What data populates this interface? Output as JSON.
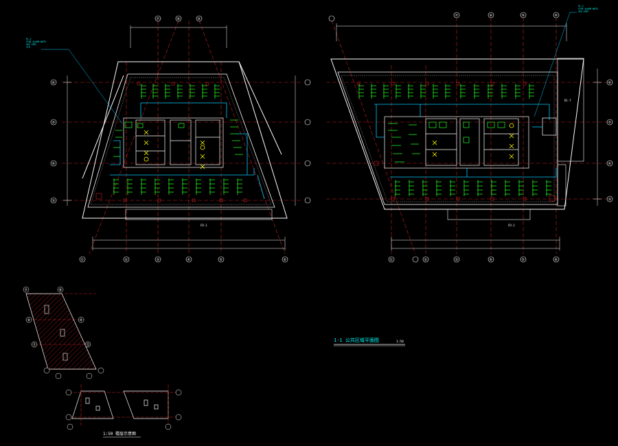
{
  "drawing": {
    "background": "#000000",
    "colors": {
      "wall": "#ffffff",
      "grid_line": "#cc2222",
      "device": "#22ff22",
      "pipe": "#00ccff",
      "highlight": "#ffff00",
      "note": "#00ffff",
      "hatch": "#cc2222",
      "dim": "#ffffff"
    },
    "plan_left": {
      "row_axes": [
        "⑥",
        "⑤",
        "④",
        "③"
      ],
      "col_axes_top": [
        "⑦",
        "⑧",
        "⑨"
      ],
      "col_axes_bottom": [
        "①",
        "②",
        "③",
        "④",
        "⑤",
        "⑥"
      ],
      "note_lines": [
        "PL-1",
        "FIRE ALARM NOTE",
        "SEE SPEC",
        "TYP."
      ],
      "tag": "FD-1"
    },
    "plan_right": {
      "row_axes": [
        "⑥",
        "⑤",
        "④",
        "③"
      ],
      "col_axes_top": [
        "⑦",
        "⑧",
        "⑨",
        "⑩"
      ],
      "col_axes_bottom": [
        "①",
        "②",
        "③",
        "④",
        "⑤",
        "⑥"
      ],
      "note_lines": [
        "PL-2",
        "FIRE ALARM NOTE",
        "SEE SPEC"
      ],
      "room_tag": "R1-7",
      "tag": "FD-2"
    },
    "title_block": {
      "title": "1-1 公共区域平面图",
      "scale": "1:50"
    },
    "key_plan": {
      "title": "1:50 楼层示意图",
      "axes": [
        "⑦",
        "⑧",
        "⑨",
        "⑩",
        "⑪",
        "⑫"
      ]
    }
  }
}
